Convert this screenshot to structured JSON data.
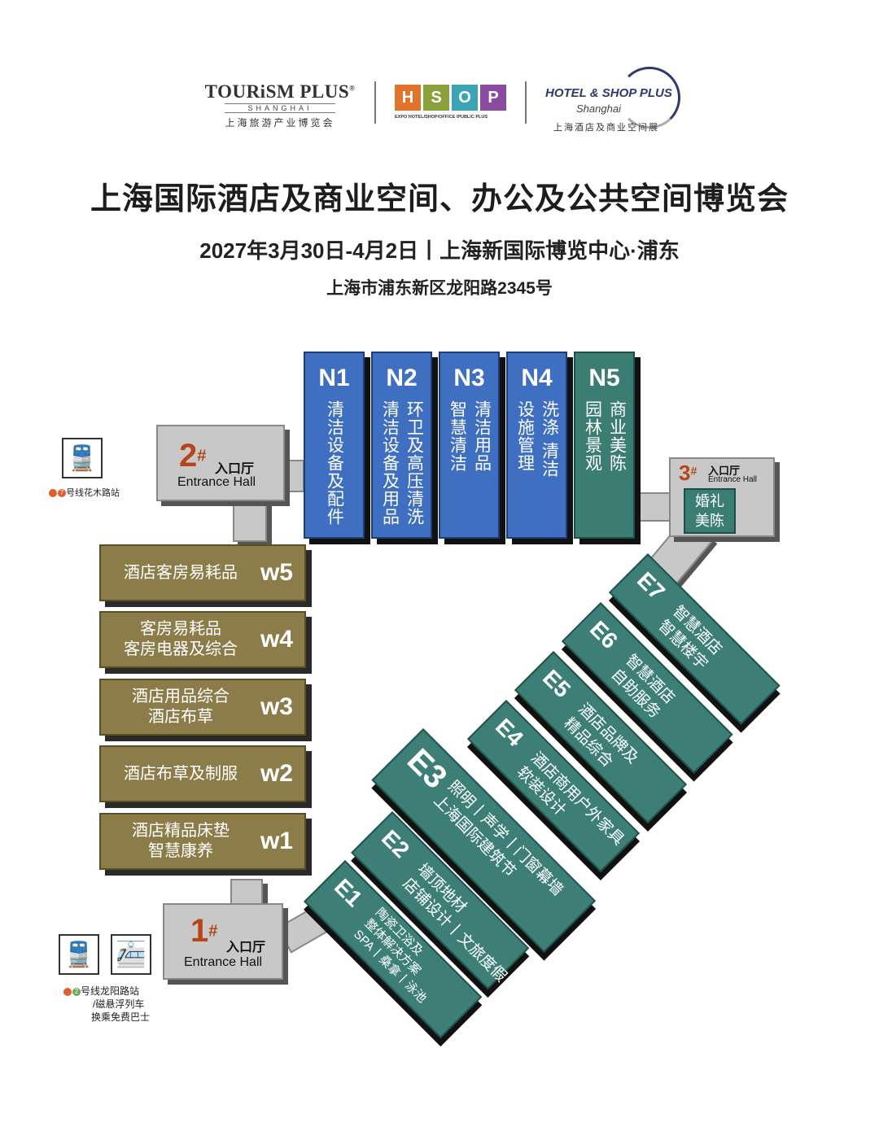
{
  "logos": {
    "tourism": {
      "name_a": "TOURiSM ",
      "name_b": "PLUS",
      "reg": "®",
      "city": "SHANGHAI",
      "cn": "上海旅游产业博览会"
    },
    "hsop": {
      "letters": [
        "H",
        "S",
        "O",
        "P"
      ],
      "tag": "EXPO HOTEL/SHOP/OFFICE /PUBLIC PLUS",
      "colors": [
        "#e0742b",
        "#8aa03a",
        "#3aa4b4",
        "#8a4aa0"
      ]
    },
    "hotel": {
      "name": "HOTEL & SHOP PLUS",
      "city": "Shanghai",
      "cn": "上海酒店及商业空间展"
    }
  },
  "title": "上海国际酒店及商业空间、办公及公共空间博览会",
  "subtitle": "2027年3月30日-4月2日丨上海新国际博览中心·浦东",
  "address": "上海市浦东新区龙阳路2345号",
  "north_halls": [
    {
      "code": "N1",
      "lines": [
        "清洁设备及配件"
      ]
    },
    {
      "code": "N2",
      "lines": [
        "环卫及高压清洗",
        "清洁设备及用品"
      ]
    },
    {
      "code": "N3",
      "lines": [
        "清洁用品",
        "智慧清洁"
      ]
    },
    {
      "code": "N4",
      "lines": [
        "洗涤 清洁",
        "设施管理"
      ]
    },
    {
      "code": "N5",
      "lines": [
        "商业美陈",
        "园林景观"
      ]
    }
  ],
  "west_halls": [
    {
      "code": "w5",
      "lines": [
        "酒店客房易耗品"
      ]
    },
    {
      "code": "w4",
      "lines": [
        "客房易耗品",
        "客房电器及综合"
      ]
    },
    {
      "code": "w3",
      "lines": [
        "酒店用品综合",
        "酒店布草"
      ]
    },
    {
      "code": "w2",
      "lines": [
        "酒店布草及制服"
      ]
    },
    {
      "code": "w1",
      "lines": [
        "酒店精品床垫",
        "智慧康养"
      ]
    }
  ],
  "east_halls": [
    {
      "code": "E7",
      "lines": [
        "智慧酒店",
        "智慧楼宇"
      ]
    },
    {
      "code": "E6",
      "lines": [
        "智慧酒店",
        "自助服务"
      ]
    },
    {
      "code": "E5",
      "lines": [
        "酒店品牌及",
        "精品综合"
      ]
    },
    {
      "code": "E4",
      "lines": [
        "酒店商用户外家具",
        "软装设计"
      ]
    },
    {
      "code": "E3",
      "lines": [
        "照明丨声学丨门窗幕墙",
        "上海国际建筑节"
      ]
    },
    {
      "code": "E2",
      "lines": [
        "墙顶地材",
        "店铺设计丨文旅度假"
      ]
    },
    {
      "code": "E1",
      "lines": [
        "陶瓷卫浴及",
        "整体解决方案",
        "SPA丨桑拿丨泳池"
      ]
    }
  ],
  "entrances": {
    "e1": {
      "num": "1",
      "sup": "#",
      "cn": "入口厅",
      "en": "Entrance Hall"
    },
    "e2": {
      "num": "2",
      "sup": "#",
      "cn": "入口厅",
      "en": "Entrance Hall"
    },
    "e3": {
      "num": "3",
      "sup": "#",
      "cn": "入口厅",
      "en": "Entrance Hall",
      "extra": [
        "婚礼",
        "美陈"
      ]
    }
  },
  "metro": {
    "top": {
      "line": "7",
      "text": "号线花木路站"
    },
    "bottom": {
      "line": "2",
      "lines": [
        "号线龙阳路站",
        "/磁悬浮列车",
        "换乘免费巴士"
      ]
    },
    "icon": "train-icon"
  }
}
